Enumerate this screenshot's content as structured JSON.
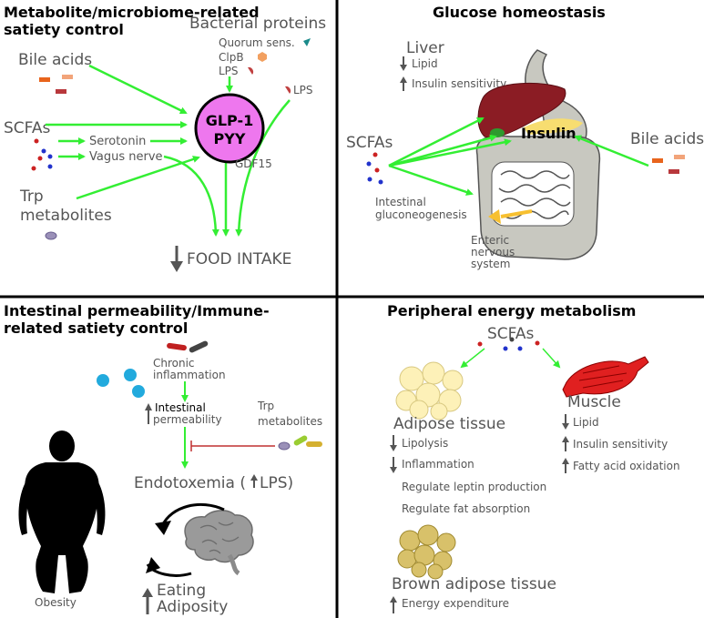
{
  "panels": {
    "metabolite": {
      "title_line1": "Metabolite/microbiome-related",
      "title_line2": "satiety control",
      "bile_acids": "Bile acids",
      "bacterial_proteins": "Bacterial proteins",
      "quorum": "Quorum sens.",
      "clpb": "ClpB",
      "lps": "LPS",
      "lps2": "LPS",
      "scfas": "SCFAs",
      "serotonin": "Serotonin",
      "vagus": "Vagus nerve",
      "trp_line1": "Trp",
      "trp_line2": "metabolites",
      "glp1": "GLP-1",
      "pyy": "PYY",
      "gdf15": "GDF15",
      "food_intake": "FOOD INTAKE"
    },
    "glucose": {
      "title": "Glucose homeostasis",
      "liver": "Liver",
      "lipid": "Lipid",
      "insulin_sens": "Insulin sensitivity",
      "scfas": "SCFAs",
      "insulin": "Insulin",
      "bile_acids": "Bile acids",
      "ign_line1": "Intestinal",
      "ign_line2": "gluconeogenesis",
      "ens_line1": "Enteric",
      "ens_line2": "nervous",
      "ens_line3": "system"
    },
    "permeability": {
      "title_line1": "Intestinal permeability/Immune-",
      "title_line2": "related satiety control",
      "chronic_line1": "Chronic",
      "chronic_line2": "inflammation",
      "intestinal_line1": "Intestinal",
      "intestinal_line2": "permeability",
      "trp_line1": "Trp",
      "trp_line2": "metabolites",
      "endotoxemia_prefix": "Endotoxemia (",
      "endotoxemia_lps": "LPS)",
      "obesity": "Obesity",
      "eating": "Eating",
      "adiposity": "Adiposity"
    },
    "peripheral": {
      "title": "Peripheral energy metabolism",
      "scfas": "SCFAs",
      "adipose": "Adipose tissue",
      "lipolysis": "Lipolysis",
      "inflammation": "Inflammation",
      "leptin": "Regulate leptin production",
      "fat_absorption": "Regulate fat absorption",
      "muscle": "Muscle",
      "m_lipid": "Lipid",
      "m_insulin": "Insulin sensitivity",
      "m_fatty": "Fatty acid oxidation",
      "brown": "Brown adipose tissue",
      "energy": "Energy expenditure"
    }
  },
  "colors": {
    "arrow_green": "#33ee33",
    "glp1_fill": "#ee77ee",
    "liver": "#8b1c24",
    "intestine": "#c8c8c0",
    "adipose": "#fdf1b8",
    "brown_adipose": "#d8c16a",
    "muscle": "#e02020",
    "inhibit_line": "#c03030"
  },
  "icons": [
    "bacteria-rods-icon",
    "cocci-icon",
    "brain-icon",
    "human-silhouette-icon",
    "liver-icon",
    "intestine-icon",
    "muscle-icon",
    "fat-cells-icon"
  ]
}
